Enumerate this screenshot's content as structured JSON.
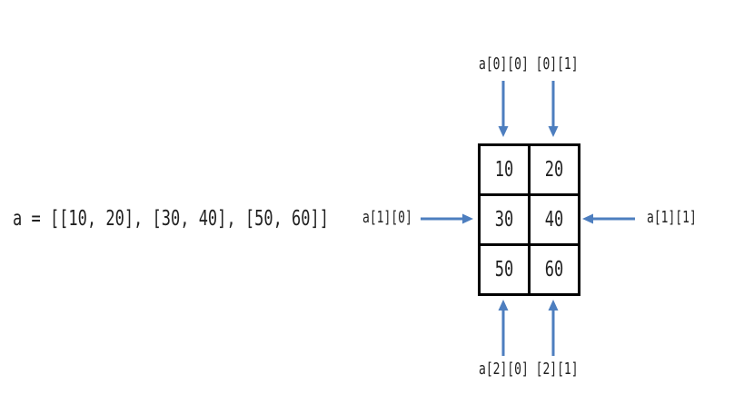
{
  "colors": {
    "arrow": "#4d7ebf",
    "grid_border": "#000000",
    "text": "#212121",
    "background": "#ffffff"
  },
  "code": {
    "expression": "a = [[10, 20], [30, 40], [50, 60]]"
  },
  "grid": {
    "rows": [
      [
        "10",
        "20"
      ],
      [
        "30",
        "40"
      ],
      [
        "50",
        "60"
      ]
    ]
  },
  "labels": {
    "top": "a[0][0] [0][1]",
    "left": "a[1][0]",
    "right": "a[1][1]",
    "bottom": "a[2][0] [2][1]"
  }
}
